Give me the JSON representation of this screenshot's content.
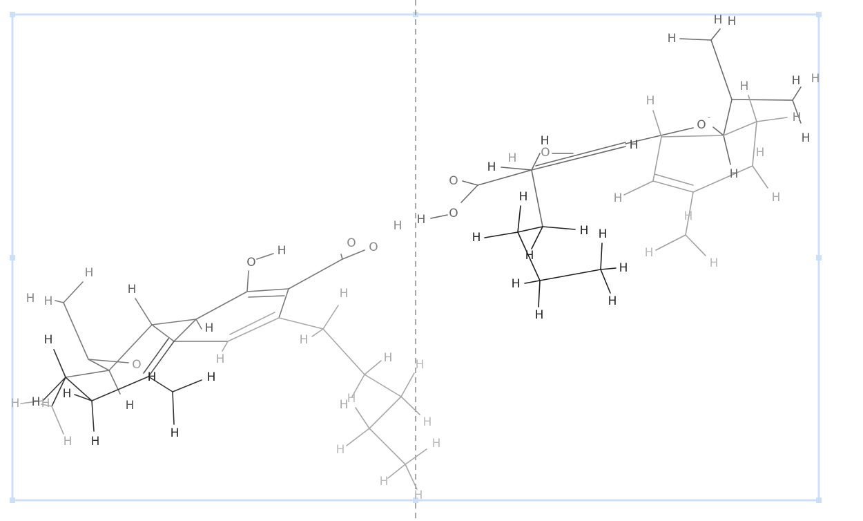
{
  "colors": {
    "selection_frame": "#cddff7",
    "divider": "#8a8a8a",
    "shade_dark": "#1a1a1a",
    "shade_mid": "#777777",
    "shade_light": "#b8b8b8"
  },
  "molecule_left": {
    "labels": {
      "oh_o": "O",
      "oh_h": "H",
      "acid_o": "O",
      "acid_oh_o": "O",
      "acid_oh_h": "H",
      "ring_o": "O",
      "h_chain_top": "H",
      "h_chain_a": "H",
      "h_ring_top": "H",
      "h_ring_right": "H",
      "h_ring_low": "H",
      "h_methyl_top": "H",
      "h_methyl_l1": "H",
      "h_methyl_l2": "H",
      "h_quat_top": "H",
      "h_left_a": "H",
      "h_left_b": "H",
      "h_left_c": "H",
      "h_left_d": "H",
      "h_bottom_a": "H",
      "h_bottom_b": "H",
      "h_mid_a": "H",
      "h_ch3_a": "H",
      "h_ch3_b": "H",
      "h_ch3_c": "H",
      "h_c2_a": "H",
      "h_c2_b": "H",
      "h_c3_a": "H",
      "h_c3_b": "H",
      "h_c4_a": "H",
      "h_c4_b": "H",
      "h_c5_a": "H",
      "h_c5_b": "H",
      "h_c5_c": "H"
    }
  },
  "molecule_right": {
    "labels": {
      "acid_o": "O",
      "acid_oh_o": "O",
      "acid_oh_h": "H",
      "oh_o": "O",
      "oh_h": "H",
      "phenoxide_o": "O",
      "phenoxide_charge": "-",
      "h_alpha": "H",
      "h_alpha2": "H",
      "h_far": "H",
      "h_et_a": "H",
      "h_et_b": "H",
      "h_et_c": "H",
      "h_ch3_a": "H",
      "h_ch3_b": "H",
      "h_ch3_c": "H",
      "h_ch3_d": "H",
      "h_top_a": "H",
      "h_top_b": "H",
      "h_top_c": "H",
      "h_ring_a": "H",
      "h_ring_b": "H",
      "h_ring_c": "H",
      "h_ring_d": "H",
      "h_ring_e": "H",
      "h_ring_f": "H",
      "h_ring_g": "H",
      "h_ring_h": "H",
      "h_alk_a": "H",
      "h_alk_b": "H",
      "h_alk_c": "H",
      "h_alk_d": "H"
    }
  }
}
